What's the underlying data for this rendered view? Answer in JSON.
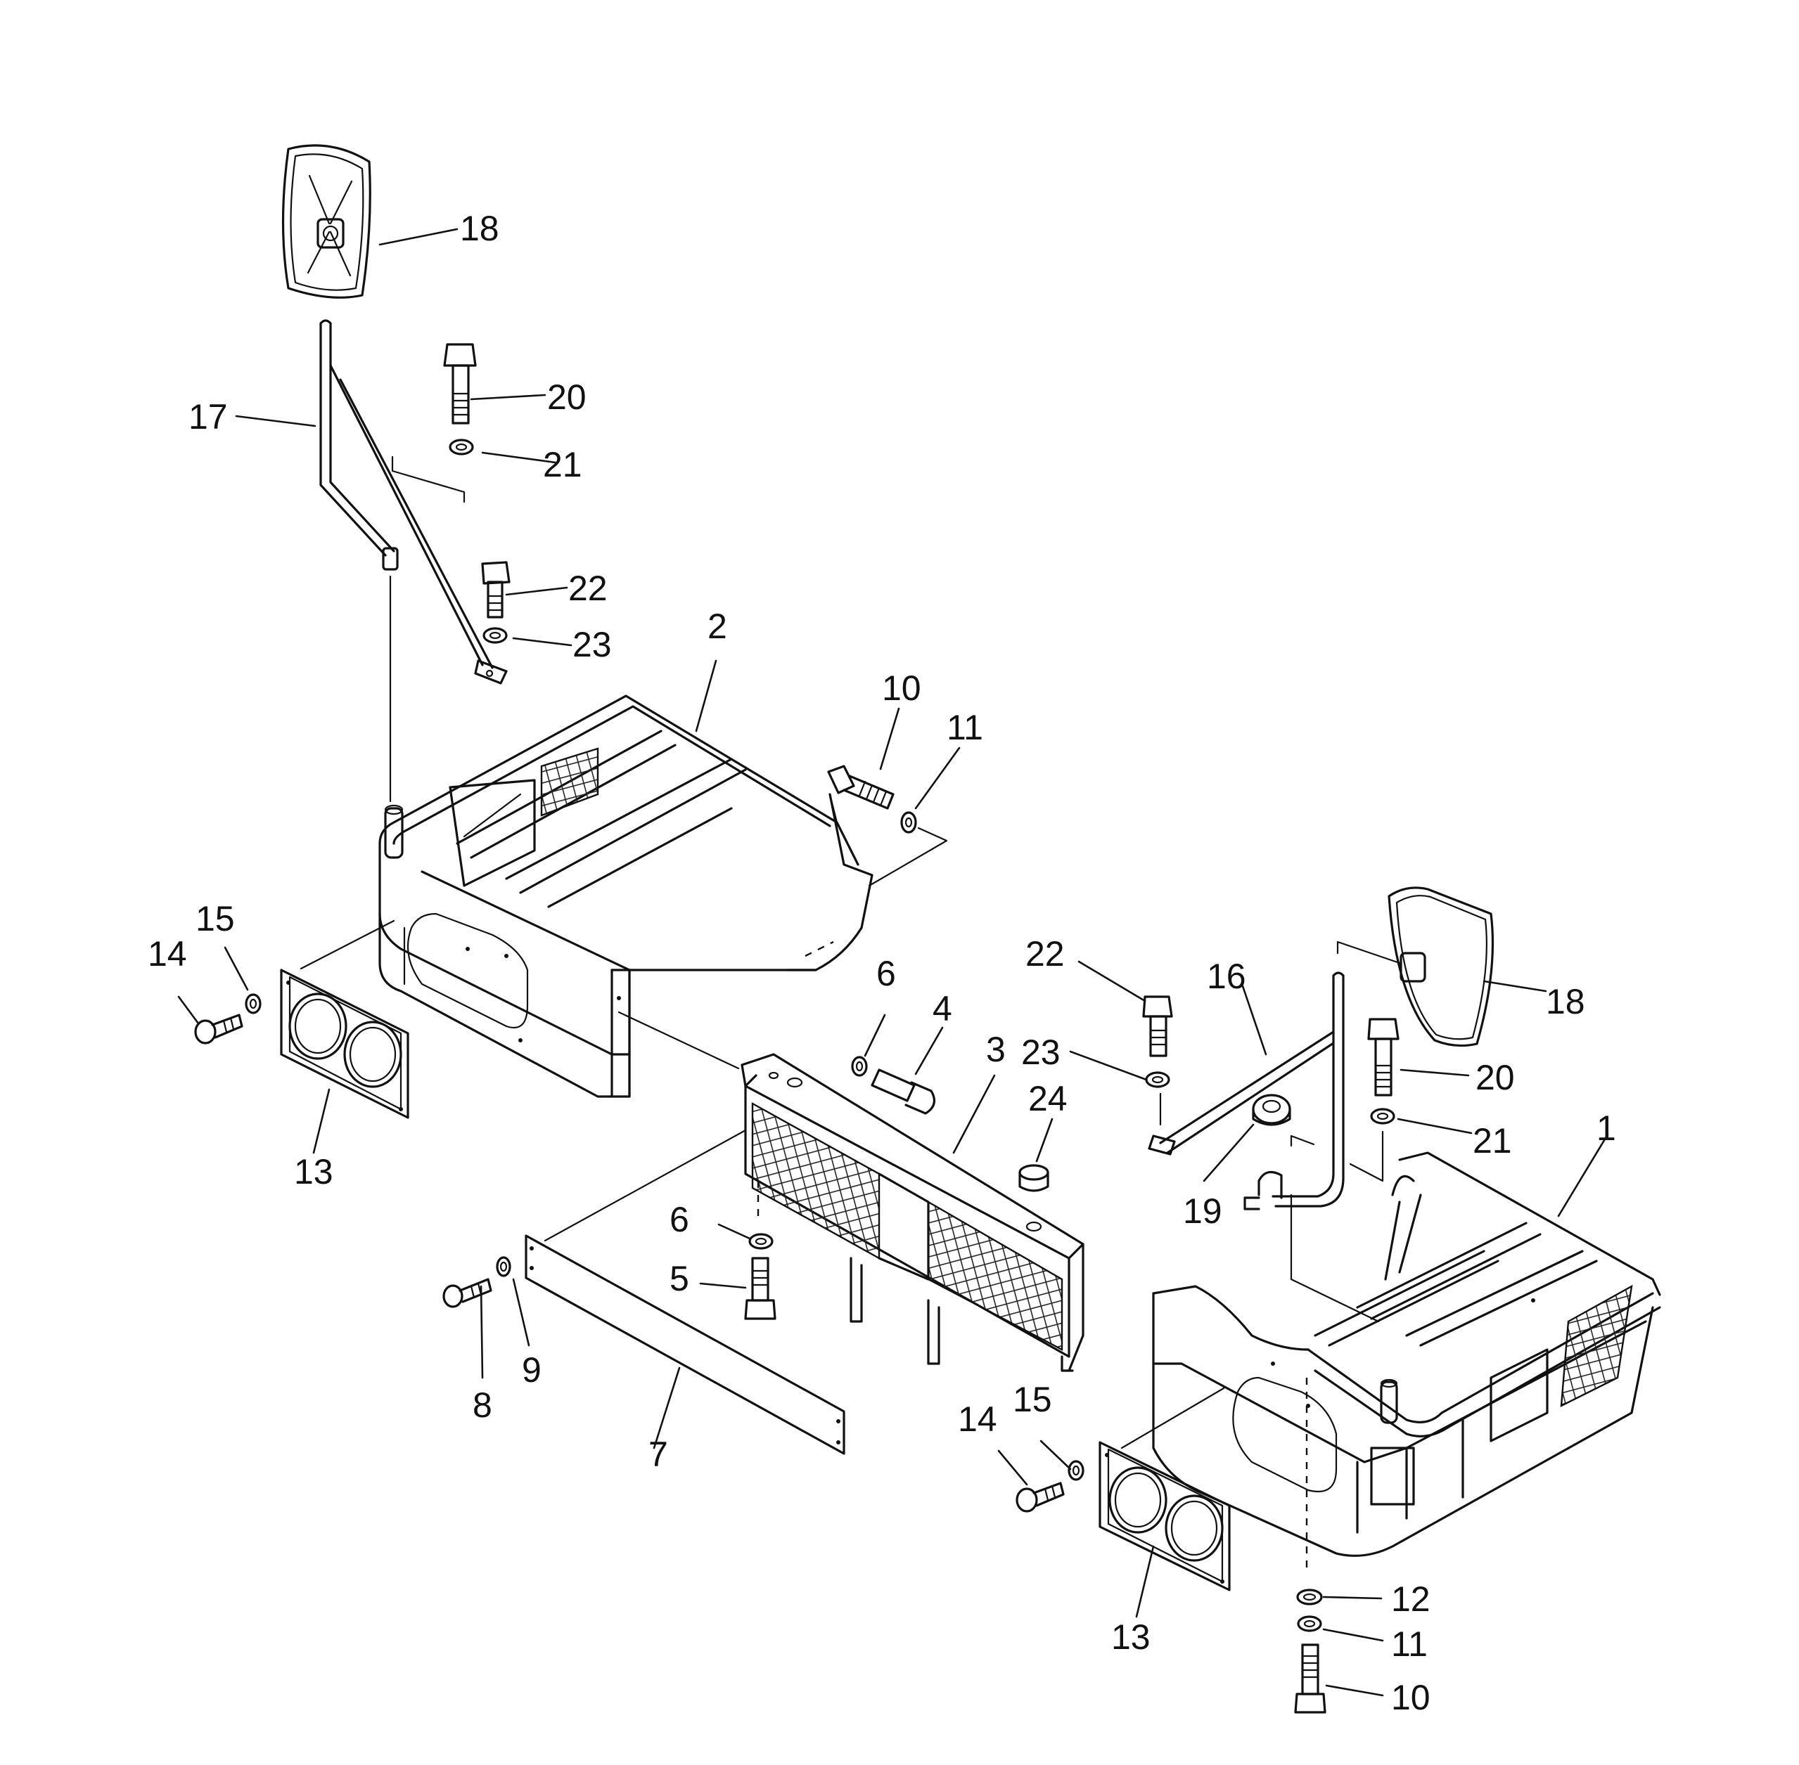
{
  "callouts": {
    "c1": "1",
    "c2": "2",
    "c3": "3",
    "c4": "4",
    "c5": "5",
    "c6a": "6",
    "c6b": "6",
    "c7": "7",
    "c8": "8",
    "c9": "9",
    "c10a": "10",
    "c10b": "10",
    "c11a": "11",
    "c11b": "11",
    "c12": "12",
    "c13a": "13",
    "c13b": "13",
    "c14a": "14",
    "c14b": "14",
    "c15a": "15",
    "c15b": "15",
    "c16": "16",
    "c17": "17",
    "c18a": "18",
    "c18b": "18",
    "c19": "19",
    "c20a": "20",
    "c20b": "20",
    "c21a": "21",
    "c21b": "21",
    "c22a": "22",
    "c22b": "22",
    "c23a": "23",
    "c23b": "23",
    "c24": "24"
  }
}
